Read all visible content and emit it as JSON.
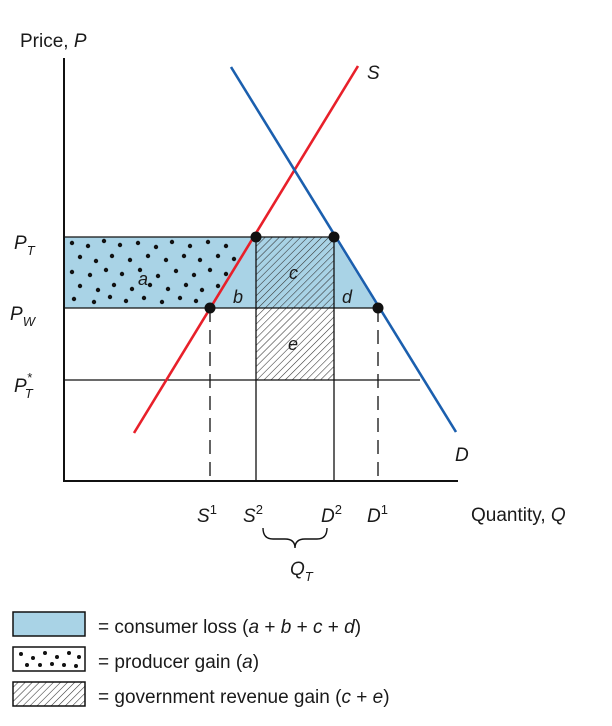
{
  "axes": {
    "y_label": "Price, ",
    "y_symbol": "P",
    "x_label": "Quantity, ",
    "x_symbol": "Q"
  },
  "curves": {
    "supply_label": "S",
    "demand_label": "D",
    "supply_color": "#e8202a",
    "demand_color": "#1b5fae"
  },
  "price_levels": {
    "pt": {
      "base": "P",
      "sub": "T",
      "sup": ""
    },
    "pw": {
      "base": "P",
      "sub": "W",
      "sup": ""
    },
    "pt_star": {
      "base": "P",
      "sub": "T",
      "sup": "*"
    }
  },
  "quantities": {
    "s1": {
      "base": "S",
      "sup": "1"
    },
    "s2": {
      "base": "S",
      "sup": "2"
    },
    "d2": {
      "base": "D",
      "sup": "2"
    },
    "d1": {
      "base": "D",
      "sup": "1"
    },
    "qt": {
      "base": "Q",
      "sub": "T"
    }
  },
  "regions": {
    "a": "a",
    "b": "b",
    "c": "c",
    "d": "d",
    "e": "e",
    "fill_color": "#a9d3e6"
  },
  "legend": {
    "consumer_loss": {
      "prefix": "= consumer loss (",
      "a": "a",
      "p1": " + ",
      "b": "b",
      "p2": " + ",
      "c": "c",
      "p3": " + ",
      "d": "d",
      "suffix": ")"
    },
    "producer_gain": {
      "prefix": "= producer gain (",
      "a": "a",
      "suffix": ")"
    },
    "gov_revenue": {
      "prefix": "= government revenue gain (",
      "c": "c",
      "p1": " + ",
      "e": "e",
      "suffix": ")"
    }
  }
}
